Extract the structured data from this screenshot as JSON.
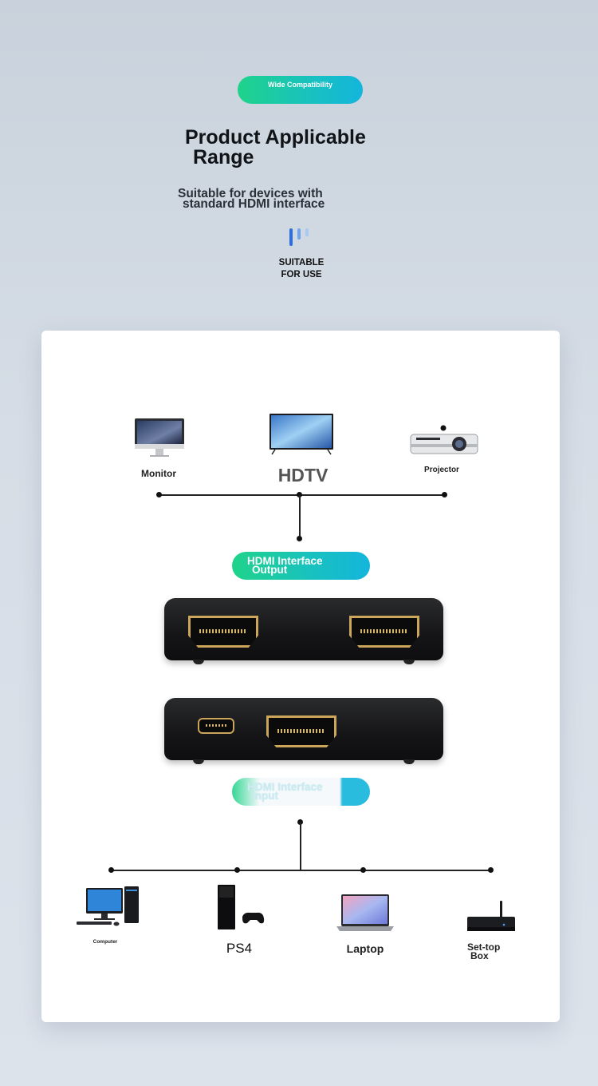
{
  "header": {
    "badge": "Wide Compatibility",
    "title_line1": "Product Applicable",
    "title_line2": "Range",
    "subtitle_line1": "Suitable for devices with",
    "subtitle_line2": "standard HDMI interface",
    "suitable_line1": "SUITABLE",
    "suitable_line2": "FOR USE"
  },
  "outputs": {
    "devices": [
      {
        "label": "Monitor",
        "icon": "monitor-icon"
      },
      {
        "label": "HDTV",
        "icon": "tv-icon"
      },
      {
        "label": "Projector",
        "icon": "projector-icon"
      }
    ],
    "pill_line1": "HDMI Interface",
    "pill_line2": "Output"
  },
  "inputs": {
    "pill_line1": "HDMI Interface",
    "pill_line2": "Input",
    "devices": [
      {
        "label": "Computer",
        "icon": "desktop-computer-icon"
      },
      {
        "label": "PS4",
        "icon": "game-console-icon"
      },
      {
        "label": "Laptop",
        "icon": "laptop-icon"
      },
      {
        "label_line1": "Set-top",
        "label_line2": "Box",
        "icon": "set-top-box-icon"
      }
    ]
  },
  "colors": {
    "accent_green": "#1fd38a",
    "accent_blue": "#14b5dc",
    "port_gold": "#caa55a"
  }
}
